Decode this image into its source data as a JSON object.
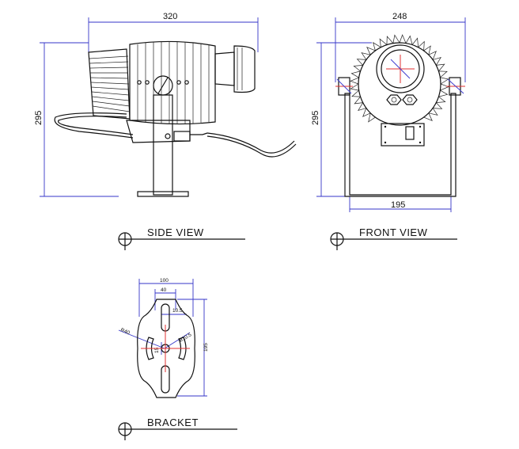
{
  "views": {
    "side": {
      "label": "SIDE VIEW",
      "width_dim": "320",
      "height_dim": "295"
    },
    "front": {
      "label": "FRONT  VIEW",
      "width_dim": "248",
      "height_dim": "295",
      "base_dim": "195"
    },
    "bracket": {
      "label": "BRACKET",
      "dim_100": "100",
      "dim_40": "40",
      "dim_10_5": "10.5",
      "dim_r40": "R40",
      "dim_15": "15",
      "dim_phi10_5": "ø10.5",
      "dim_195": "195"
    }
  },
  "colors": {
    "dimension_line": "#3535c8",
    "center_mark": "#e03030",
    "ink": "#111111"
  }
}
